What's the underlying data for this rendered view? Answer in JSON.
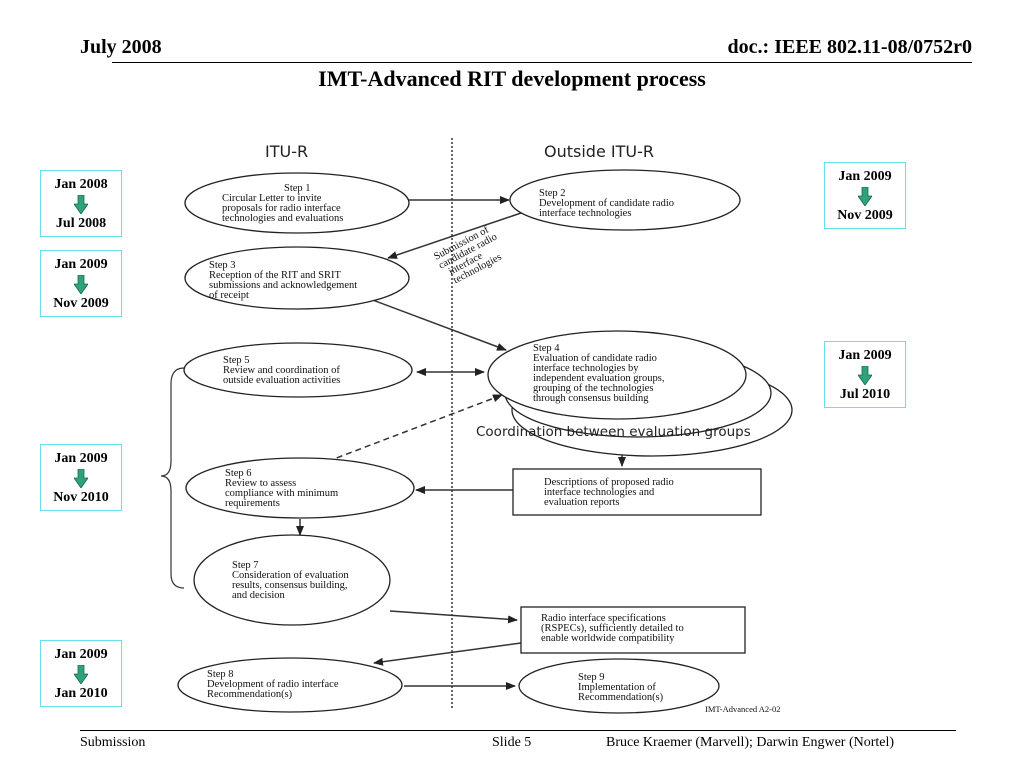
{
  "header": {
    "date": "July 2008",
    "doc": "doc.: IEEE 802.11-08/0752r0",
    "title": "IMT-Advanced RIT development process"
  },
  "footer": {
    "left": "Submission",
    "middle": "Slide 5",
    "right": "Bruce Kraemer (Marvell); Darwin Engwer (Nortel)"
  },
  "timeline": [
    {
      "from": "Jan 2008",
      "to": "Jul 2008"
    },
    {
      "from": "Jan 2009",
      "to": "Nov 2009"
    },
    {
      "from": "Jan 2009",
      "to": "Nov 2010"
    },
    {
      "from": "Jan 2009",
      "to": "Jan 2010"
    },
    {
      "from": "Jan 2009",
      "to": "Nov 2009"
    },
    {
      "from": "Jan 2009",
      "to": "Jul 2010"
    }
  ],
  "diagram": {
    "column_itu": "ITU-R",
    "column_outside": "Outside ITU-R",
    "steps": {
      "s1": [
        "Step 1",
        "Circular Letter to invite",
        "proposals for radio interface",
        "technologies and evaluations"
      ],
      "s2": [
        "Step 2",
        "Development of candidate radio",
        "interface technologies"
      ],
      "s3": [
        "Step 3",
        "Reception of the RIT and SRIT",
        "submissions and acknowledgement",
        "of receipt"
      ],
      "s4": [
        "Step 4",
        "Evaluation of candidate radio",
        "interface technologies by",
        "independent evaluation groups,",
        "grouping of the technologies",
        "through consensus building"
      ],
      "s5": [
        "Step 5",
        "Review and coordination of",
        "outside evaluation activities"
      ],
      "s6": [
        "Step 6",
        "Review to assess",
        "compliance with minimum",
        "requirements"
      ],
      "s7": [
        "Step 7",
        "Consideration of evaluation",
        "results, consensus building,",
        "and decision"
      ],
      "s8": [
        "Step 8",
        "Development of radio interface",
        "Recommendation(s)"
      ],
      "s9": [
        "Step 9",
        "Implementation of",
        "Recommendation(s)"
      ]
    },
    "submission_label": [
      "Submission of",
      "candidate radio",
      "interface",
      "technologies"
    ],
    "coordination": "Coordination between evaluation groups",
    "box_descriptions": [
      "Descriptions of proposed radio",
      "interface technologies and",
      "evaluation reports"
    ],
    "box_rspecs": [
      "Radio interface specifications",
      "(RSPECs), sufficiently detailed to",
      "enable worldwide compatibility"
    ],
    "ref": "IMT-Advanced A2-02"
  },
  "colors": {
    "arrow_green": "#2ea37a",
    "box_border": "#66e0ea"
  }
}
